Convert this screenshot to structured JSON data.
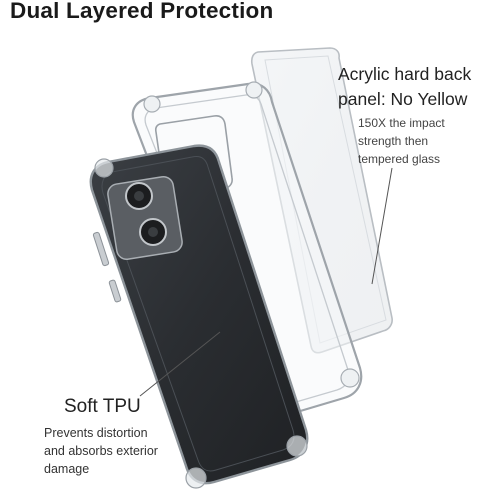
{
  "headline": "Dual Layered Protection",
  "acrylic": {
    "heading_line1": "Acrylic hard back",
    "heading_line2": "panel: No Yellow",
    "desc_line1": "150X the impact",
    "desc_line2": "strength then",
    "desc_line3": "tempered glass"
  },
  "tpu": {
    "heading": "Soft TPU",
    "desc_line1": "Prevents distortion",
    "desc_line2": "and absorbs exterior",
    "desc_line3": "damage"
  }
}
